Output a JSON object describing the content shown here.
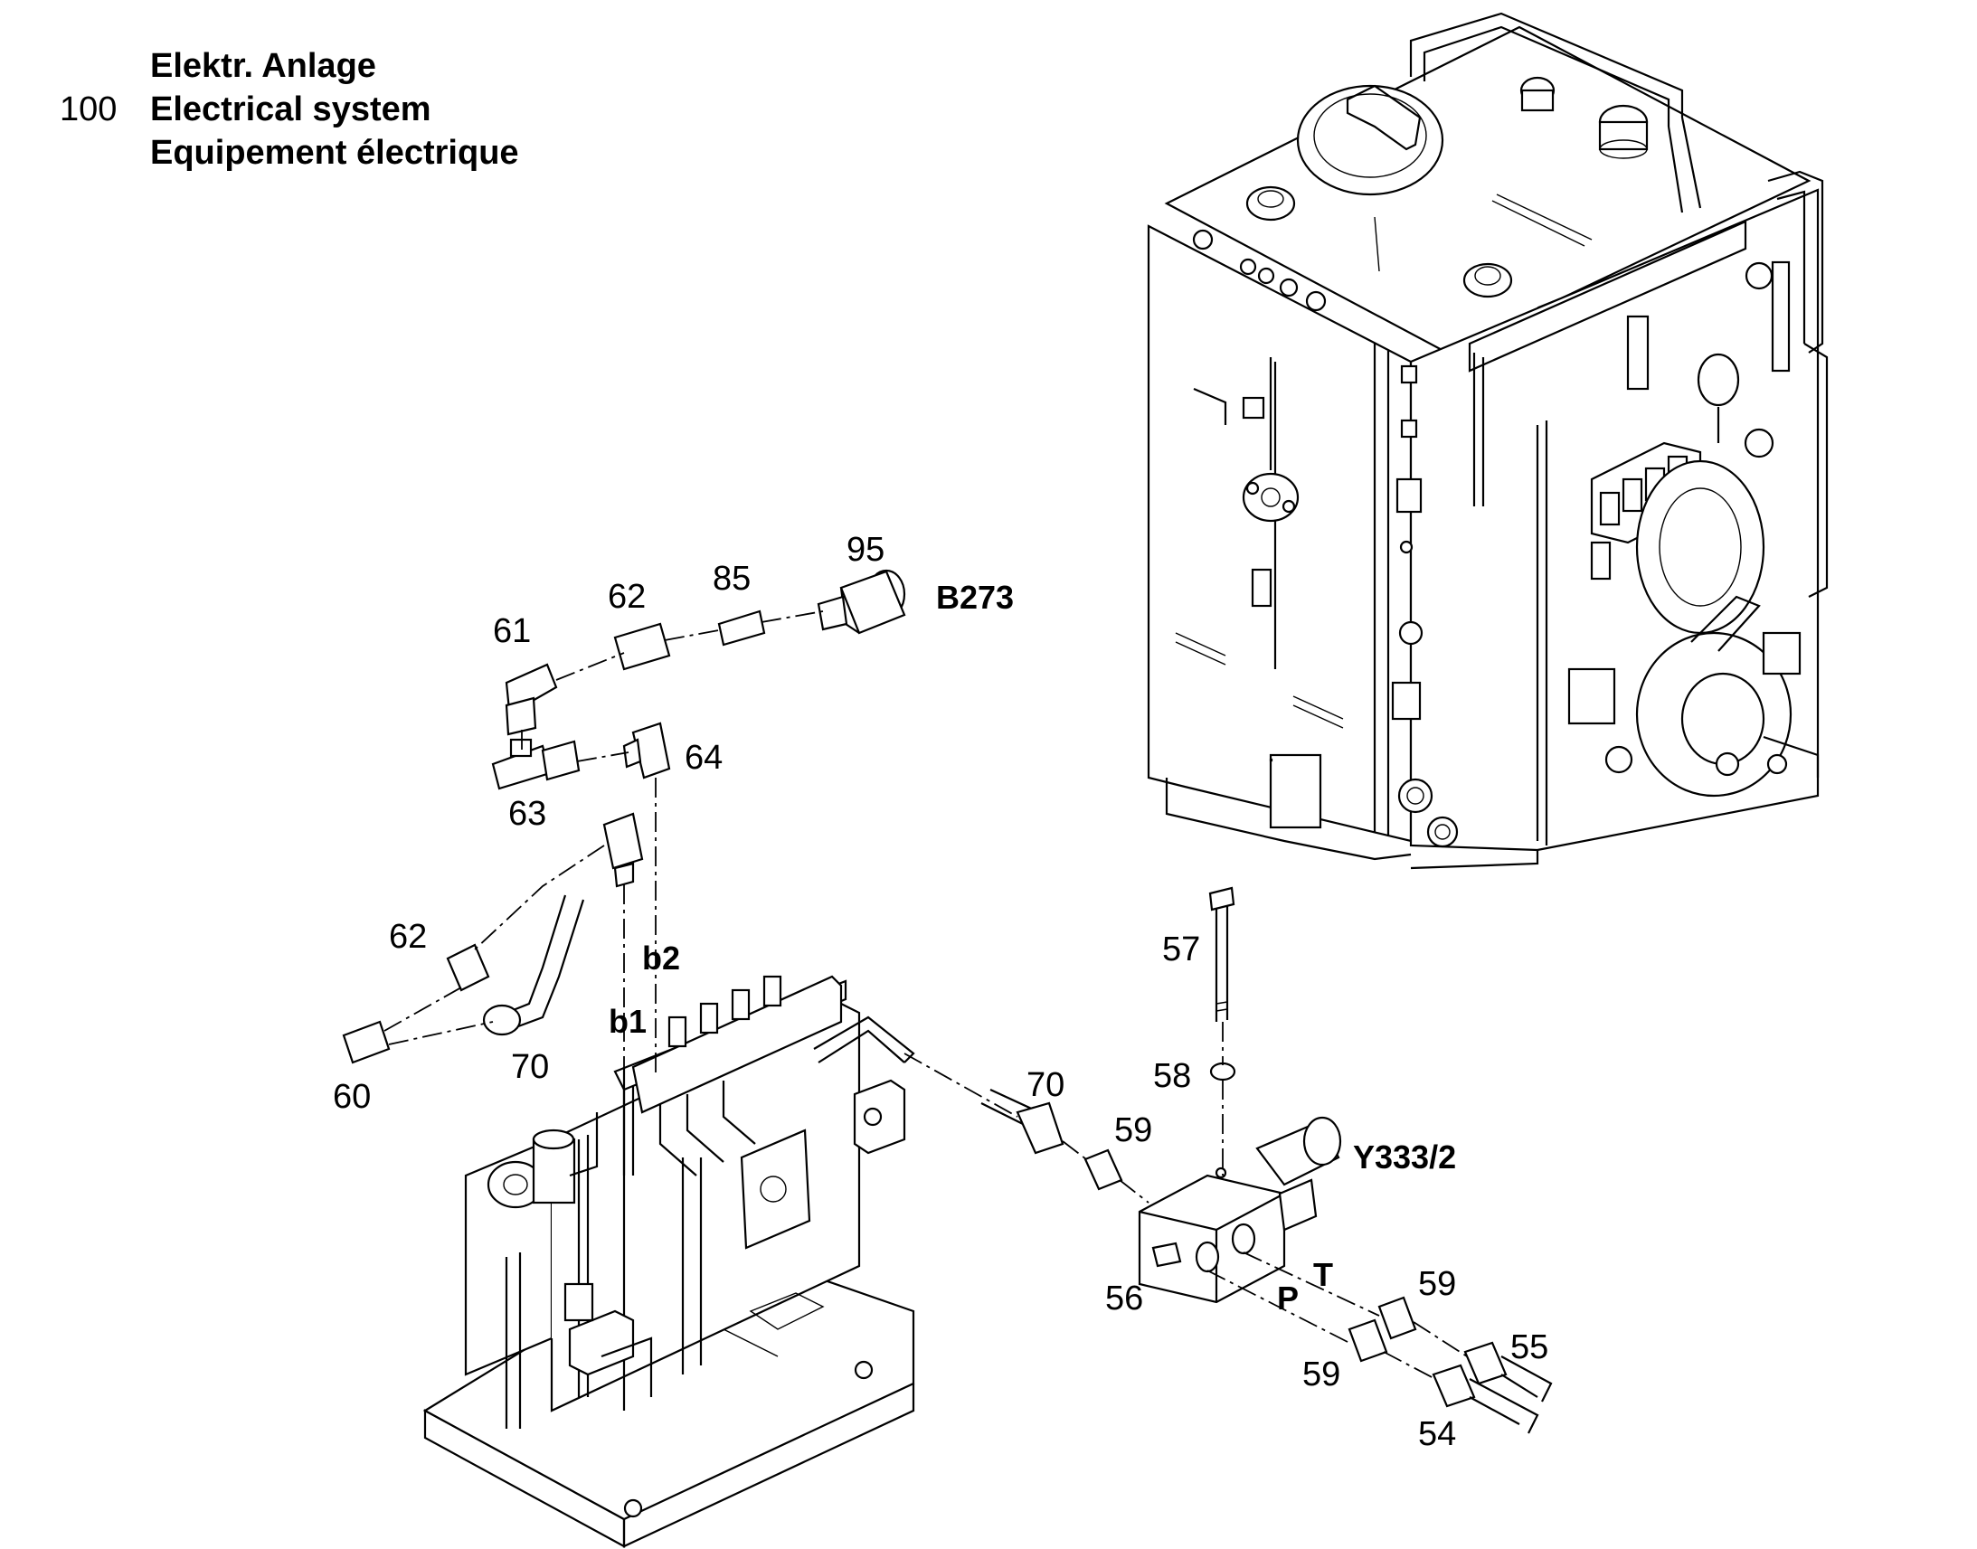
{
  "header": {
    "group_number": "100",
    "title_de": "Elektr. Anlage",
    "title_en": "Electrical system",
    "title_fr": "Equipement électrique"
  },
  "callouts": {
    "p95": "95",
    "p62a": "62",
    "p85": "85",
    "b273": "B273",
    "p61": "61",
    "p64": "64",
    "p63": "63",
    "p62b": "62",
    "p60": "60",
    "p70a": "70",
    "b2": "b2",
    "b1": "b1",
    "p57": "57",
    "p58": "58",
    "p70b": "70",
    "p59a": "59",
    "y333": "Y333/2",
    "t": "T",
    "p": "P",
    "p56": "56",
    "p59b": "59",
    "p59c": "59",
    "p55": "55",
    "p54": "54"
  }
}
